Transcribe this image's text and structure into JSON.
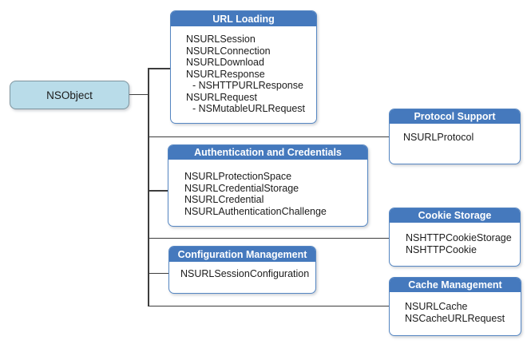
{
  "diagram": {
    "root": {
      "label": "NSObject"
    },
    "groups": [
      {
        "id": "url-loading",
        "title": "URL Loading",
        "items": [
          {
            "text": "NSURLSession"
          },
          {
            "text": "NSURLConnection"
          },
          {
            "text": "NSURLDownload"
          },
          {
            "text": "NSURLResponse"
          },
          {
            "text": "- NSHTTPURLResponse",
            "indent": true
          },
          {
            "text": "NSURLRequest"
          },
          {
            "text": "- NSMutableURLRequest",
            "indent": true
          }
        ]
      },
      {
        "id": "protocol-support",
        "title": "Protocol Support",
        "items": [
          {
            "text": "NSURLProtocol"
          }
        ]
      },
      {
        "id": "authentication-and-credentials",
        "title": "Authentication and Credentials",
        "items": [
          {
            "text": "NSURLProtectionSpace"
          },
          {
            "text": "NSURLCredentialStorage"
          },
          {
            "text": "NSURLCredential"
          },
          {
            "text": "NSURLAuthenticationChallenge"
          }
        ]
      },
      {
        "id": "cookie-storage",
        "title": "Cookie Storage",
        "items": [
          {
            "text": "NSHTTPCookieStorage"
          },
          {
            "text": "NSHTTPCookie"
          }
        ]
      },
      {
        "id": "configuration-management",
        "title": "Configuration Management",
        "items": [
          {
            "text": "NSURLSessionConfiguration"
          }
        ]
      },
      {
        "id": "cache-management",
        "title": "Cache Management",
        "items": [
          {
            "text": "NSURLCache"
          },
          {
            "text": "NSCacheURLRequest"
          }
        ]
      }
    ]
  },
  "colors": {
    "header_blue": "#4579BD",
    "box_border_blue": "#5586C2",
    "root_fill": "#B9DCE9",
    "root_border": "#7E949E",
    "connector": "#3D3D3D",
    "header_text": "#FFFFFF",
    "body_text": "#1B1B1B",
    "background": "#FFFFFF"
  }
}
